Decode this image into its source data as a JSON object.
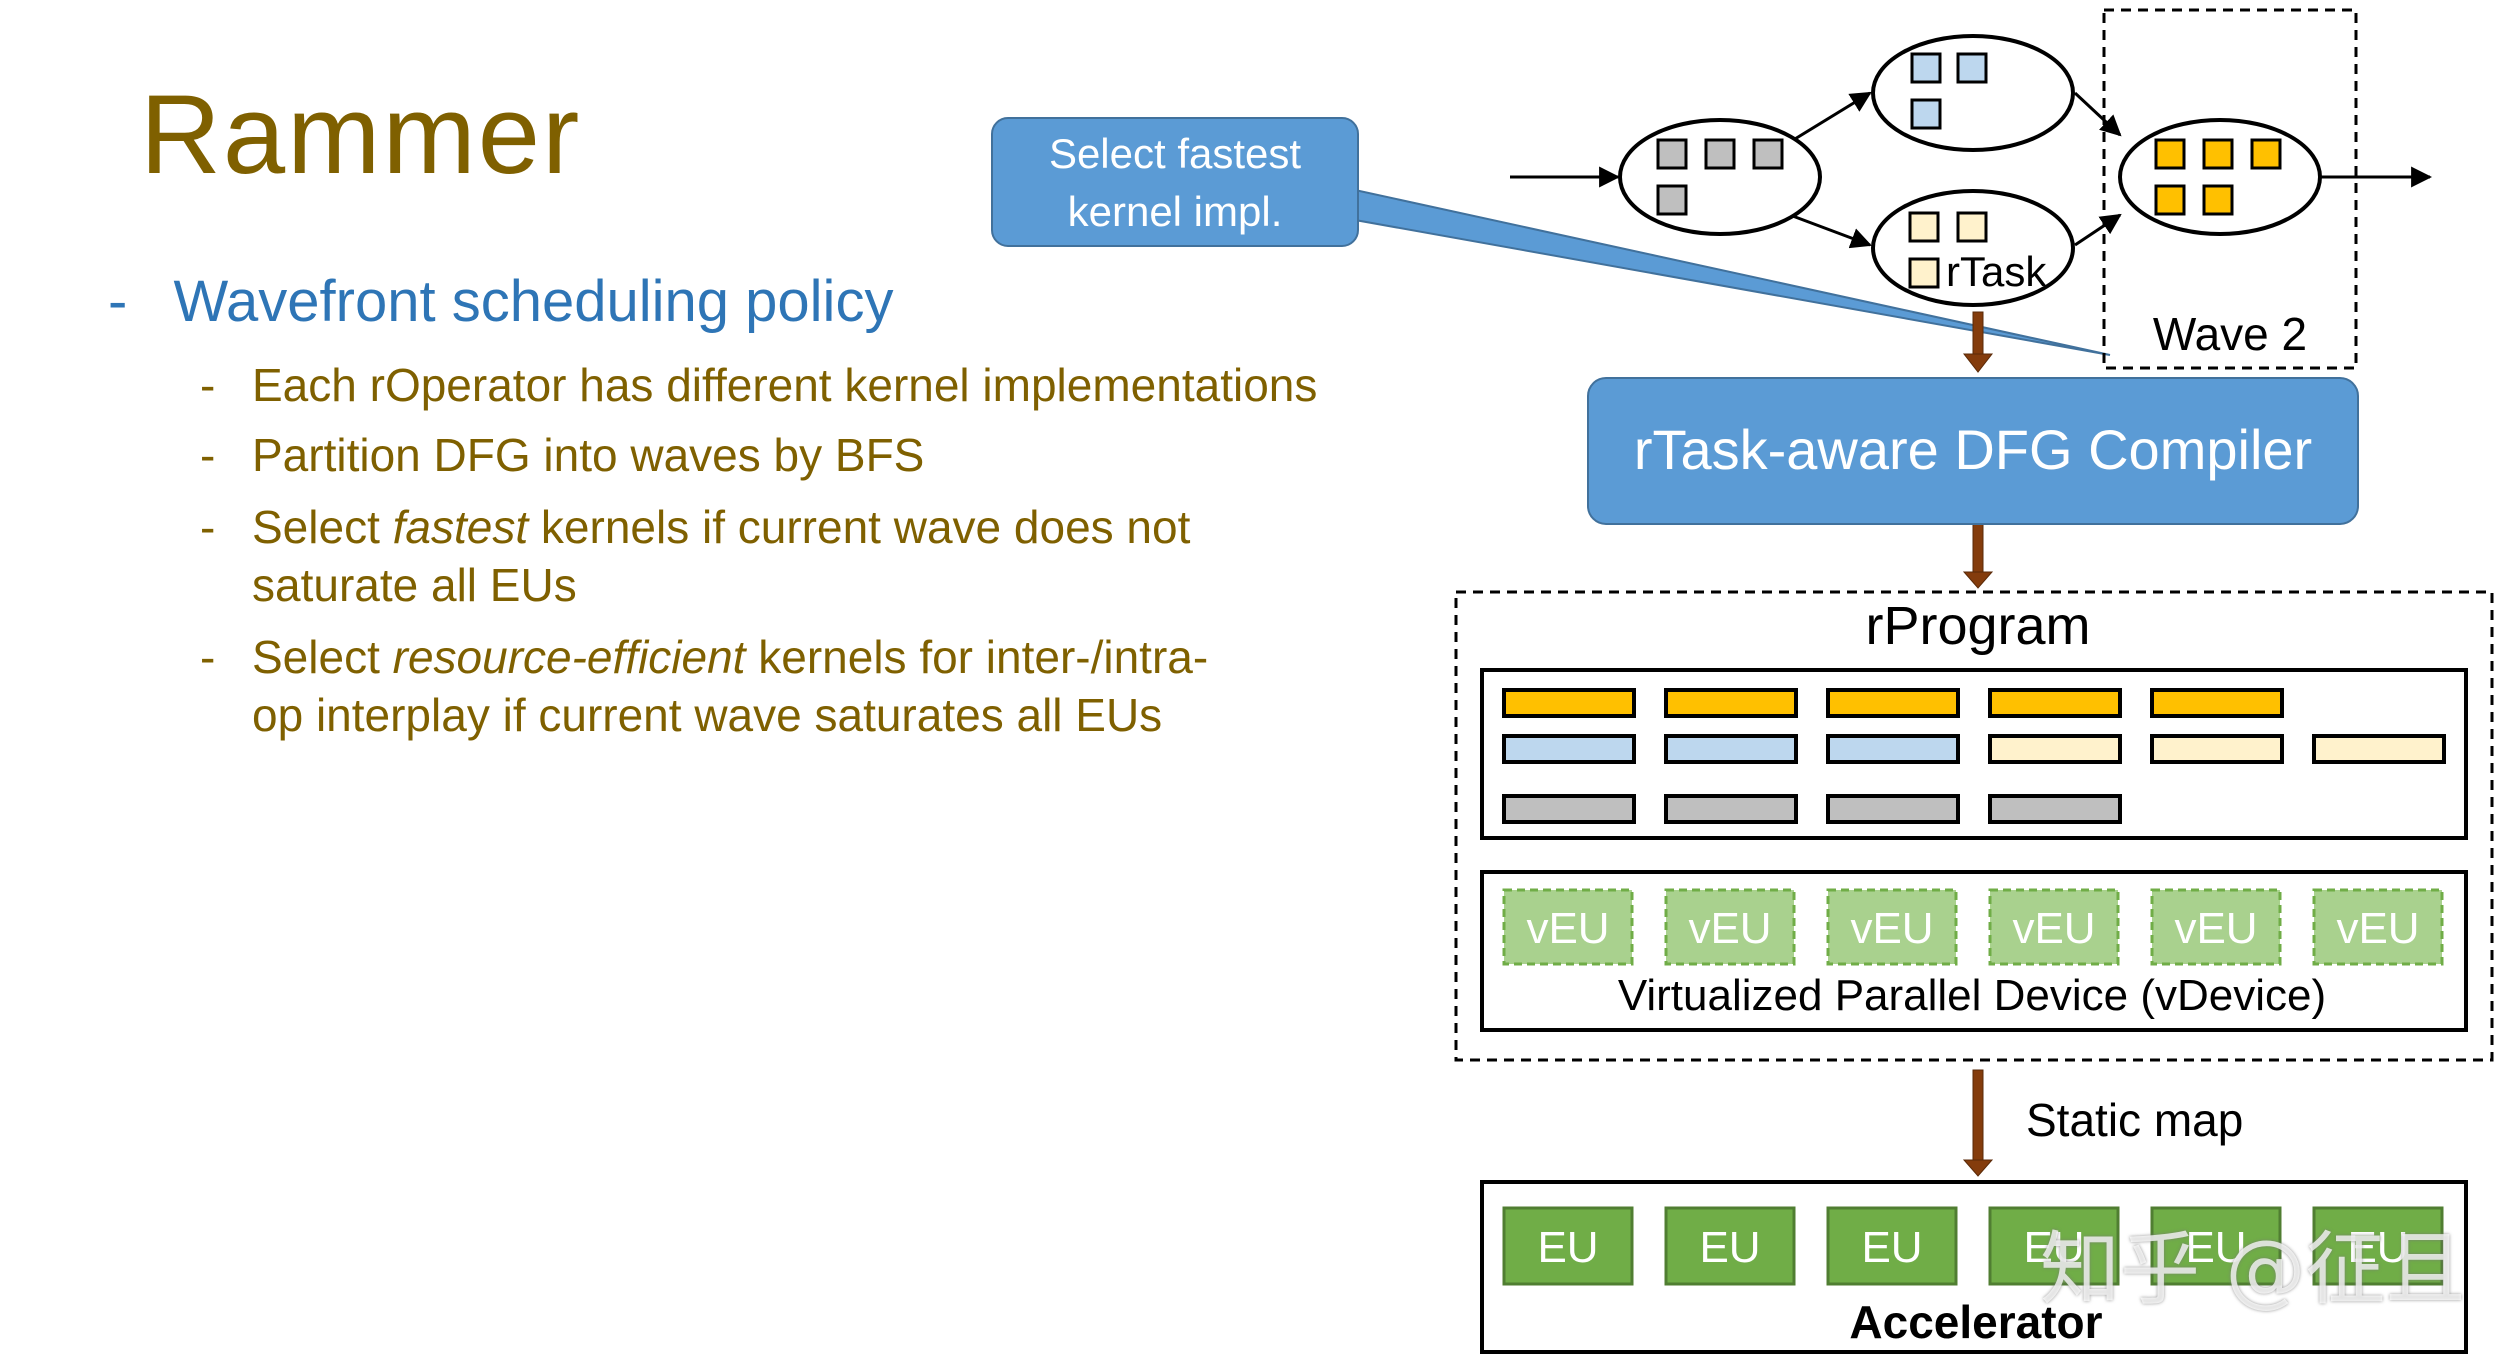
{
  "slide": {
    "title": "Rammer",
    "bullet": {
      "dash": "-",
      "text": "Wavefront scheduling policy"
    },
    "sub_bullets": [
      {
        "dash": "-",
        "parts": [
          {
            "text": "Each rOperator has different kernel implementations",
            "italic": false
          }
        ]
      },
      {
        "dash": "-",
        "parts": [
          {
            "text": "Partition DFG into waves by BFS",
            "italic": false
          }
        ]
      },
      {
        "dash": "-",
        "parts": [
          {
            "text": "Select ",
            "italic": false
          },
          {
            "text": "fastest",
            "italic": true
          },
          {
            "text": " kernels if current wave does not saturate all EUs",
            "italic": false
          }
        ]
      },
      {
        "dash": "-",
        "parts": [
          {
            "text": "Select ",
            "italic": false
          },
          {
            "text": "resource-efficient",
            "italic": true
          },
          {
            "text": " kernels for inter-/intra- op interplay if current wave saturates all EUs",
            "italic": false
          }
        ]
      }
    ]
  },
  "diagram": {
    "callout": {
      "line1": "Select fastest",
      "line2": "kernel impl."
    },
    "dfg": {
      "rtask_label": "rTask",
      "wave_label": "Wave 2"
    },
    "compiler": {
      "label": "rTask-aware DFG Compiler"
    },
    "rprogram": {
      "title": "rProgram",
      "rows": [
        {
          "color": "#ffc000",
          "count": 5
        },
        {
          "colors": [
            "#bdd7ee",
            "#bdd7ee",
            "#bdd7ee",
            "#fff2cc",
            "#fff2cc",
            "#fff2cc"
          ]
        },
        {
          "color": "#bfbfbf",
          "count": 4
        }
      ],
      "veu_labels": [
        "vEU",
        "vEU",
        "vEU",
        "vEU",
        "vEU",
        "vEU"
      ],
      "vdevice_label": "Virtualized Parallel Device (vDevice)"
    },
    "static_map_label": "Static map",
    "accelerator": {
      "eu_labels": [
        "EU",
        "EU",
        "EU",
        "EU",
        "EU",
        "EU"
      ],
      "label": "Accelerator"
    },
    "colors": {
      "gold": "#ffc000",
      "light_blue": "#bdd7ee",
      "light_yellow": "#fff2cc",
      "gray": "#bfbfbf",
      "compiler_blue": "#5b9bd5",
      "veu_green": "#a9d18e",
      "eu_green": "#70ad47",
      "arrow_brown": "#843c0c"
    }
  },
  "watermark": "知乎 @征且"
}
